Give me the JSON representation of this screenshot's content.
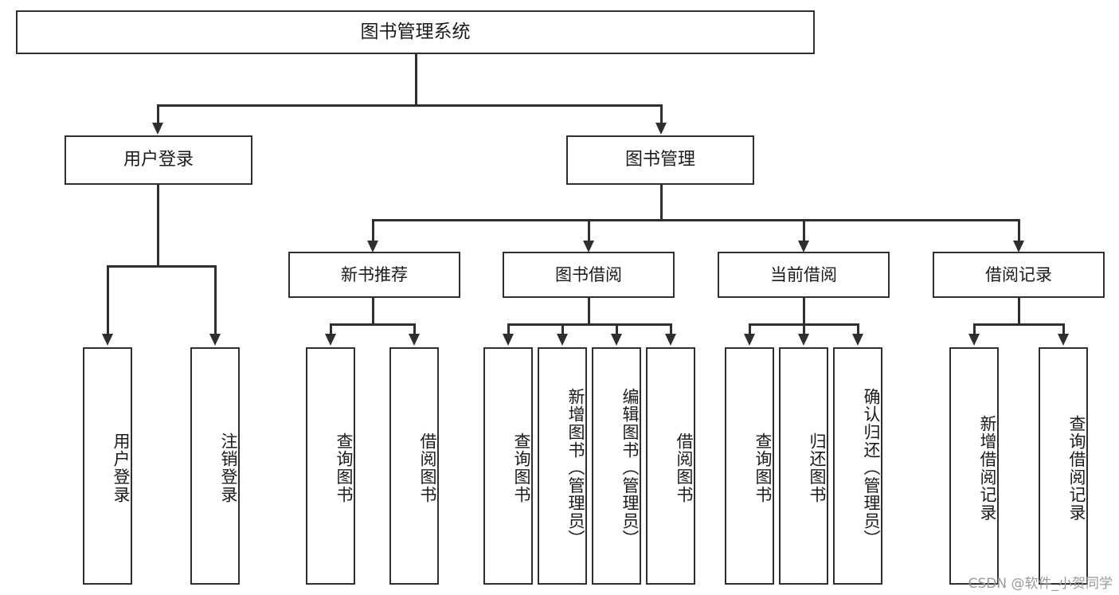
{
  "diagram": {
    "title": "图书管理系统",
    "type": "hierarchy-tree",
    "root": {
      "label": "图书管理系统"
    },
    "level2": [
      {
        "label": "用户登录"
      },
      {
        "label": "图书管理"
      }
    ],
    "level3": [
      {
        "label": "新书推荐"
      },
      {
        "label": "图书借阅"
      },
      {
        "label": "当前借阅"
      },
      {
        "label": "借阅记录"
      }
    ],
    "leaves": {
      "user_login": [
        {
          "label": "用户登录"
        },
        {
          "label": "注销登录"
        }
      ],
      "new_book_recommend": [
        {
          "label": "查询图书"
        },
        {
          "label": "借阅图书"
        }
      ],
      "book_borrow": [
        {
          "label": "查询图书"
        },
        {
          "label": "新增图书（管理员）"
        },
        {
          "label": "编辑图书（管理员）"
        },
        {
          "label": "借阅图书"
        }
      ],
      "current_borrow": [
        {
          "label": "查询图书"
        },
        {
          "label": "归还图书"
        },
        {
          "label": "确认归还（管理员）"
        }
      ],
      "borrow_record": [
        {
          "label": "新增借阅记录"
        },
        {
          "label": "查询借阅记录"
        }
      ]
    }
  },
  "watermark": {
    "text": "CSDN @软件_小贺同学"
  },
  "colors": {
    "stroke": "#2f2f2f",
    "background": "#ffffff",
    "text": "#1a1a1a",
    "watermark": "#9a9a9a"
  }
}
